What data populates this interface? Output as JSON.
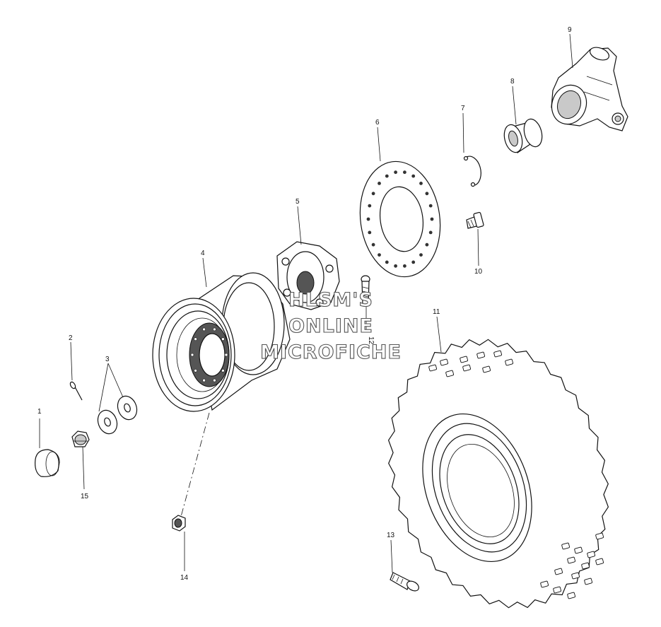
{
  "watermark": {
    "line1": "HLSM'S",
    "line2": "ONLINE",
    "line3": "MICROFICHE"
  },
  "callouts": [
    "1",
    "2",
    "3",
    "4",
    "5",
    "6",
    "7",
    "8",
    "9",
    "10",
    "11",
    "12",
    "13",
    "14",
    "15"
  ]
}
